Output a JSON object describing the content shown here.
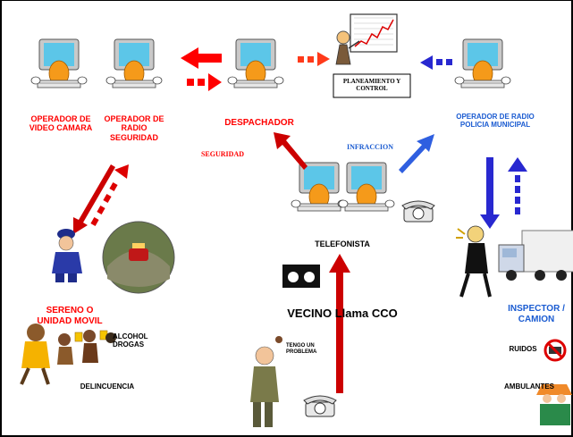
{
  "colors": {
    "red": "#cc0000",
    "blue": "#3a3adc",
    "screen": "#5cc6e8",
    "head": "#f59a1a",
    "monitor": "#c9c9c9"
  },
  "labels": {
    "op_video": "OPERADOR  DE\nVIDEO CAMARA",
    "op_radio_seg": "OPERADOR  DE\nRADIO\nSEGURIDAD",
    "despachador": "DESPACHADOR",
    "planeamiento": "PLANEAMIENTO Y\nCONTROL",
    "op_radio_pol": "OPERADOR   DE RADIO\nPOLICIA MUNICIPAL",
    "seguridad": "SEGURIDAD",
    "infraccion": "INFRACCION",
    "telefonista": "TELEFONISTA",
    "vecino": "VECINO Llama CCO",
    "sereno": "SERENO O\nUNIDAD MOVIL",
    "alcohol": "ALCOHOL\nDROGAS",
    "delincuencia": "DELINCUENCIA",
    "tengo_problema": "TENGO UN\nPROBLEMA",
    "inspector": "INSPECTOR  /\nCAMION",
    "ruidos": "RUIDOS",
    "ambulantes": "AMBULANTES"
  }
}
